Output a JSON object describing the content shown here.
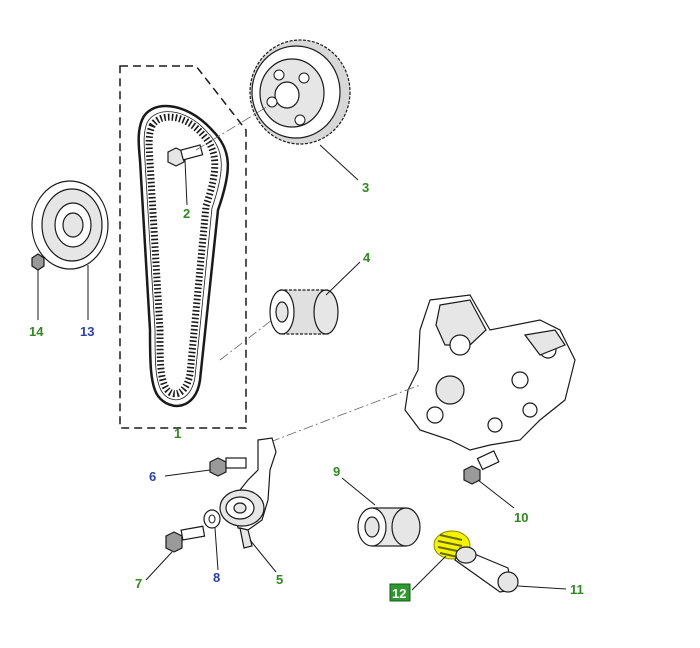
{
  "callouts": {
    "c1": "1",
    "c2": "2",
    "c3": "3",
    "c4": "4",
    "c5": "5",
    "c6": "6",
    "c7": "7",
    "c8": "8",
    "c9": "9",
    "c10": "10",
    "c11": "11",
    "c12": "12",
    "c13": "13",
    "c14": "14"
  },
  "colors": {
    "callout_green": "#2f8a1f",
    "callout_blue": "#2a3fb5",
    "highlight_yellow": "#f4f400",
    "highlight_badge": "#2e9a2e"
  }
}
